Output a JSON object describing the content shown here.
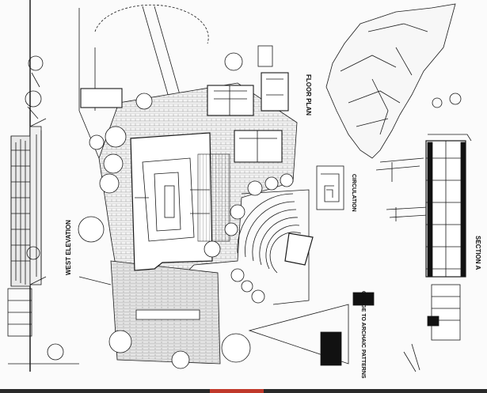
{
  "sheet": {
    "labels": {
      "west_elevation": "WEST ELEVATION",
      "floor_plan": "FLOOR PLAN",
      "circulation": "CIRCULATION",
      "section_a": "SECTION A",
      "homage": "OMAGE TO ARCHAIC PATTERNS"
    }
  },
  "colors": {
    "ink": "#1a1a1a",
    "paving": "#8a8a8a",
    "paper": "#fbfbfb",
    "bar_dark": "#2a2a2a",
    "bar_accent": "#c0392b"
  }
}
